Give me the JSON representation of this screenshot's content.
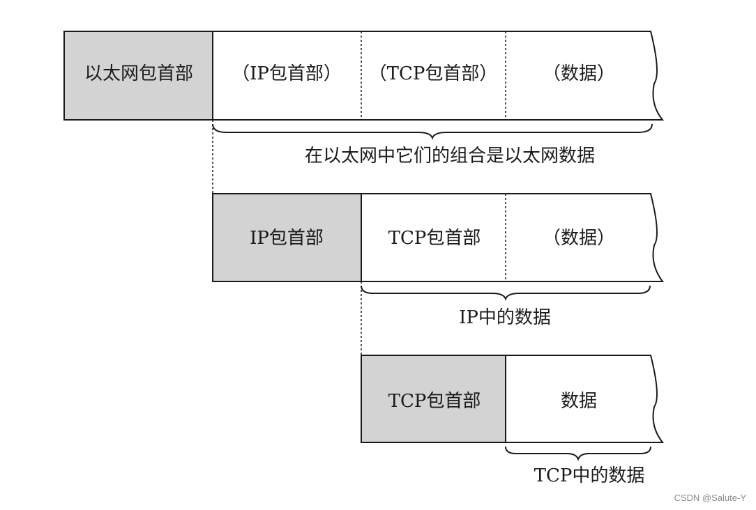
{
  "ethernet_frame": {
    "header_label": "以太网包首部",
    "ip_header_label": "（IP包首部）",
    "tcp_header_label": "（TCP包首部）",
    "data_label": "（数据）",
    "caption": "在以太网中它们的组合是以太网数据"
  },
  "ip_packet": {
    "header_label": "IP包首部",
    "tcp_header_label": "TCP包首部",
    "data_label": "（数据）",
    "caption": "IP中的数据"
  },
  "tcp_segment": {
    "header_label": "TCP包首部",
    "data_label": "数据",
    "caption": "TCP中的数据"
  },
  "watermark": "CSDN @Salute-Y",
  "colors": {
    "header_fill": "#d3d3d3",
    "body_fill": "#ffffff",
    "stroke": "#1a1a1a"
  }
}
